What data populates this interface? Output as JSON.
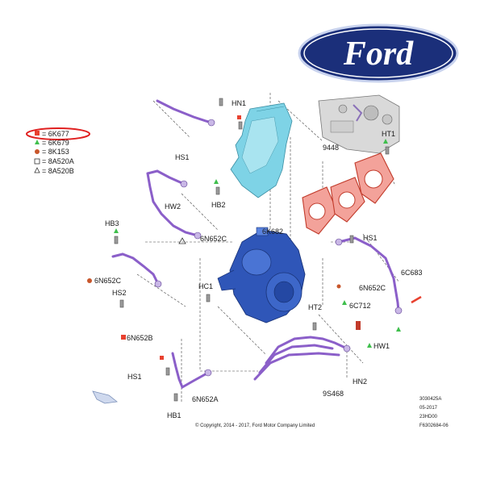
{
  "logo": {
    "text": "Ford"
  },
  "legend": [
    {
      "marker": "square-filled",
      "color": "#e8412f",
      "text": "= 6K677",
      "highlighted": true
    },
    {
      "marker": "triangle-filled",
      "color": "#3fbf4c",
      "text": "= 6K679"
    },
    {
      "marker": "circle-filled",
      "color": "#c8562b",
      "text": "= 8K153"
    },
    {
      "marker": "square-outline",
      "color": "#333333",
      "text": "= 8A520A"
    },
    {
      "marker": "triangle-outline",
      "color": "#333333",
      "text": "= 8A520B"
    }
  ],
  "labels": {
    "hn1": "HN1",
    "hs1_top": "HS1",
    "hw2": "HW2",
    "hb2": "HB2",
    "n6652c_top": "6N652C",
    "hb3": "HB3",
    "n6652c_left": "6N652C",
    "hs2": "HS2",
    "k6682": "6K682",
    "hc1": "HC1",
    "ht1": "HT1",
    "s9448": "9448",
    "hs1_right": "HS1",
    "c6683": "6C683",
    "n6652c_right": "6N652C",
    "c6712": "6C712",
    "ht2": "HT2",
    "hw1": "HW1",
    "n6652b": "6N652B",
    "hs1_bottom": "HS1",
    "n6652a": "6N652A",
    "hb1": "HB1",
    "s9468": "9S468",
    "hn2": "HN2"
  },
  "info_block": [
    "3030425A",
    "05-2017",
    "23HD00",
    "F6302684-06"
  ],
  "copyright": "© Copyright, 2014 - 2017, Ford Motor Company Limited",
  "colors": {
    "ford_blue": "#1b2f7a",
    "turbo_blue": "#2f56b8",
    "heatshield_cyan": "#7ed3e6",
    "gasket_red": "#e05a4a",
    "pipe_purple": "#8b5fc9",
    "green_marker": "#3fbf4c",
    "red_marker": "#e8412f"
  }
}
